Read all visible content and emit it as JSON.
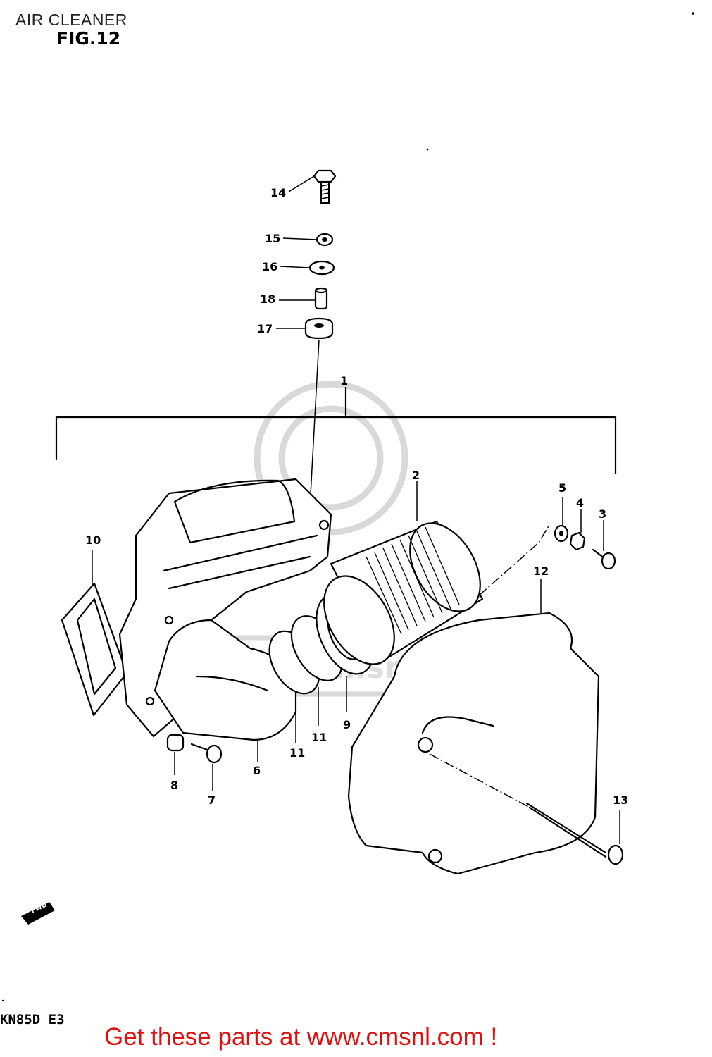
{
  "header": {
    "title": "AIR CLEANER",
    "figure": "FIG.12"
  },
  "model_code": "KN85D  E3",
  "footer": {
    "text": "Get these parts at www.cmsnl.com !",
    "color": "#e01010"
  },
  "fwd_marker": "FWD",
  "watermark": "www.cmsnl.com",
  "callouts": [
    "1",
    "2",
    "3",
    "4",
    "5",
    "6",
    "7",
    "8",
    "9",
    "10",
    "11",
    "11",
    "12",
    "13",
    "14",
    "15",
    "16",
    "17",
    "18"
  ],
  "colors": {
    "ink": "#000000",
    "watermark": "#d9d9d9",
    "footer": "#e01010"
  }
}
